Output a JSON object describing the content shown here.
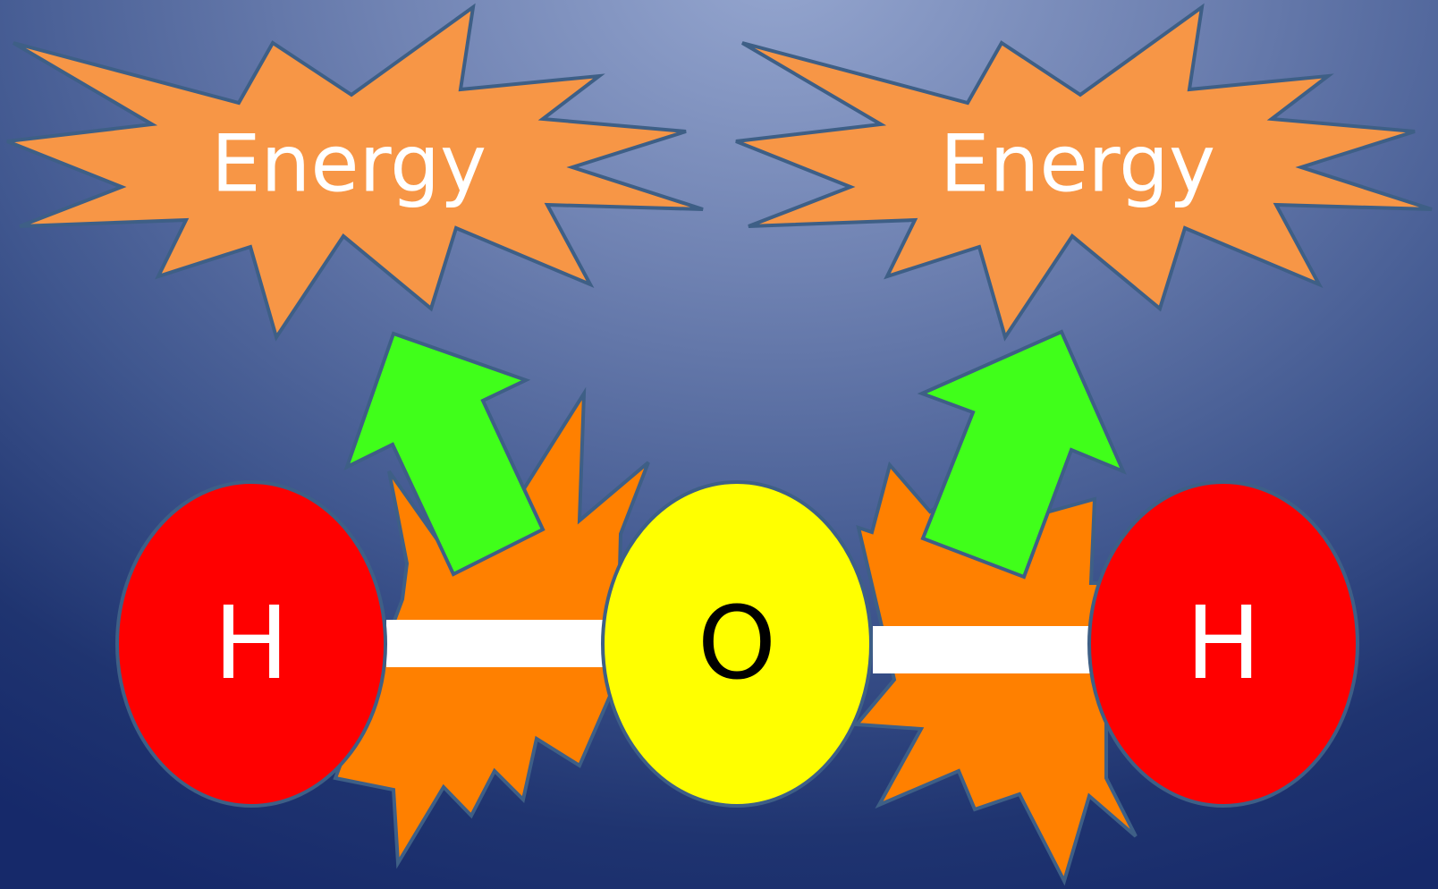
{
  "energy_labels": [
    {
      "text": "Energy"
    },
    {
      "text": "Energy"
    }
  ],
  "atoms": [
    {
      "symbol": "H",
      "color": "#ff0000",
      "text_color": "#ffffff"
    },
    {
      "symbol": "O",
      "color": "#ffff00",
      "text_color": "#000000"
    },
    {
      "symbol": "H",
      "color": "#ff0000",
      "text_color": "#ffffff"
    }
  ],
  "colors": {
    "energy_burst": "#f79646",
    "explosion": "#ff8000",
    "arrow": "#40ff1a",
    "bond": "#ffffff",
    "outline": "#3e5f86"
  }
}
